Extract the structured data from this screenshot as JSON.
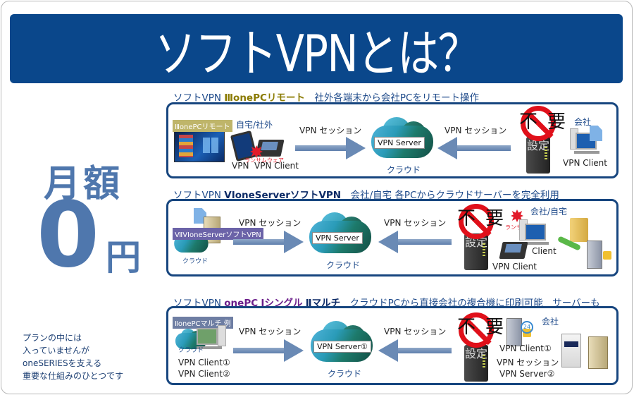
{
  "title": "ソフトVPNとは？",
  "colors": {
    "banner_bg": "#0a478b",
    "price_text": "#4f77ad",
    "panel_border": "#17467f",
    "prohibit_red": "#e0101a",
    "arrow_blue": "#6a8ab5"
  },
  "price": {
    "label": "月額",
    "amount": "0",
    "currency": "円"
  },
  "note": {
    "lines": [
      "プランの中には",
      "入っていませんが",
      "oneSERIESを支える",
      "重要な仕組みのひとつです"
    ]
  },
  "sections": [
    {
      "title_prefix": "ソフトVPN ",
      "title_product": "ⅢonePCリモート",
      "title_desc": "　社外各端末から会社PCをリモート操作",
      "left_badge": "ⅢonePCリモート",
      "left_location": "自宅/社外",
      "left_labels": [
        "VPN",
        "VPN Client"
      ],
      "left_ransom": "ランサムウェア",
      "session_left": "VPN セッション",
      "server_label": "VPN Server",
      "cloud_label": "クラウド",
      "session_right": "VPN セッション",
      "prohibit_text": "不要",
      "router_text": "設定",
      "right_location": "会社",
      "right_labels": [
        "VPN Client"
      ]
    },
    {
      "title_prefix": "ソフトVPN ",
      "title_product": "VIoneServerソフトVPN",
      "title_desc": "　会社/自宅 各PCからクラウドサーバーを完全利用",
      "left_badge": "ⅦVIoneServerソフトVPN",
      "left_cloud_label": "クラウド",
      "session_left": "VPN セッション",
      "server_label": "VPN Server",
      "cloud_label": "クラウド",
      "session_right": "VPN セッション",
      "prohibit_text": "不要",
      "router_text": "設定",
      "right_ransom": "ランサムウェア",
      "right_location": "会社/自宅",
      "right_labels": [
        "Client",
        "VPN Client"
      ]
    },
    {
      "title_prefix": "ソフトVPN ",
      "title_product_a": "onePC",
      "title_product_b": "Ⅰシングル",
      "title_product_c": "Ⅱマルチ",
      "title_desc": "　クラウドPCから直接会社の複合機に印刷可能　サーバーも",
      "left_badge": "ⅡonePCマルチ 例",
      "left_cloud_label": "クラウド",
      "left_labels": [
        "VPN Client①",
        "VPN Client②"
      ],
      "session_left": "VPN セッション",
      "server_label": "VPN Server①",
      "cloud_label": "クラウド",
      "session_right": "VPN セッション",
      "prohibit_text": "不要",
      "router_text": "設定",
      "right_location": "会社",
      "right_badge_24": "24",
      "right_labels": [
        "VPN Client①",
        "VPN セッション",
        "VPN Server②"
      ]
    }
  ]
}
